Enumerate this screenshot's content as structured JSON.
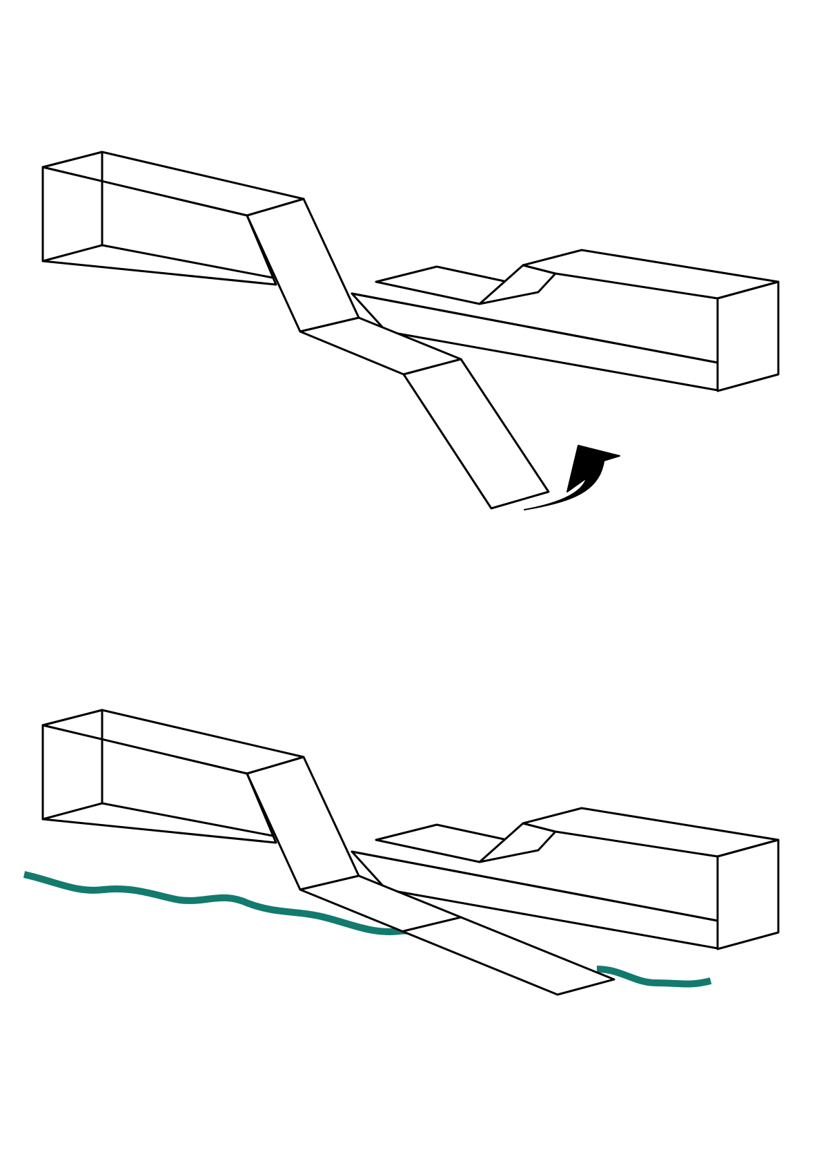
{
  "diagram": {
    "panels": [
      {
        "id": "top",
        "ramp_state": "raised",
        "shows_rotation_arrow": true,
        "shows_water": false
      },
      {
        "id": "bottom",
        "ramp_state": "lowered",
        "shows_rotation_arrow": false,
        "shows_water": true
      }
    ],
    "colors": {
      "outline": "#000000",
      "fill": "#ffffff",
      "arrow": "#000000",
      "water": "#137a6e"
    },
    "icons": {
      "rotation_arrow": "curved-arrow-icon"
    }
  }
}
